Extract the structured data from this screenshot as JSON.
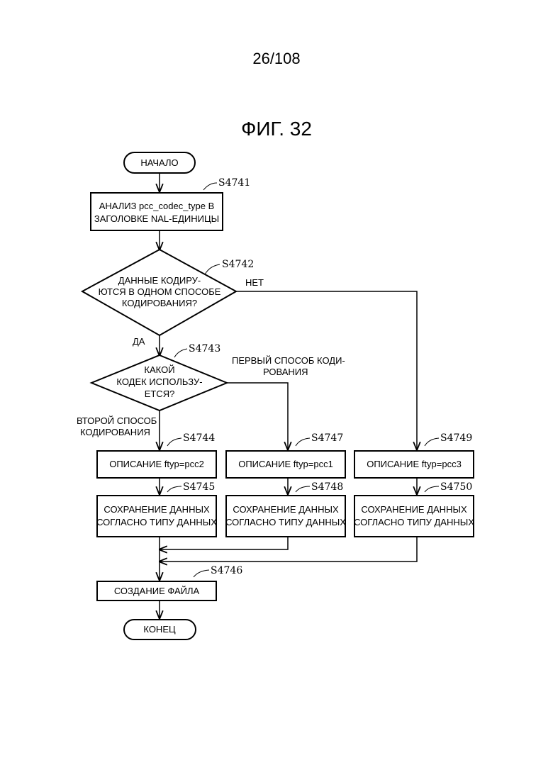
{
  "page_number": "26/108",
  "figure_title": "ФИГ. 32",
  "nodes": {
    "start": "НАЧАЛО",
    "s4741_line1": "АНАЛИЗ pcc_codec_type В",
    "s4741_line2": "ЗАГОЛОВКЕ NAL-ЕДИНИЦЫ",
    "s4742_line1": "ДАННЫЕ КОДИРУ-",
    "s4742_line2": "ЮТСЯ В ОДНОМ СПОСОБЕ",
    "s4742_line3": "КОДИРОВАНИЯ?",
    "s4743_line1": "КАКОЙ",
    "s4743_line2": "КОДЕК ИСПОЛЬЗУ-",
    "s4743_line3": "ЕТСЯ?",
    "s4744": "ОПИСАНИЕ ftyp=pcc2",
    "s4747": "ОПИСАНИЕ ftyp=pcc1",
    "s4749": "ОПИСАНИЕ ftyp=pcc3",
    "store_line1": "СОХРАНЕНИЕ ДАННЫХ",
    "store_line2": "СОГЛАСНО ТИПУ ДАННЫХ",
    "s4746": "СОЗДАНИЕ ФАЙЛА",
    "end": "КОНЕЦ"
  },
  "edges": {
    "no": "НЕТ",
    "yes": "ДА",
    "first_line1": "ПЕРВЫЙ СПОСОБ КОДИ-",
    "first_line2": "РОВАНИЯ",
    "second_line1": "ВТОРОЙ СПОСОБ",
    "second_line2": "КОДИРОВАНИЯ"
  },
  "steps": {
    "s4741": "S4741",
    "s4742": "S4742",
    "s4743": "S4743",
    "s4744": "S4744",
    "s4745": "S4745",
    "s4746": "S4746",
    "s4747": "S4747",
    "s4748": "S4748",
    "s4749": "S4749",
    "s4750": "S4750"
  }
}
